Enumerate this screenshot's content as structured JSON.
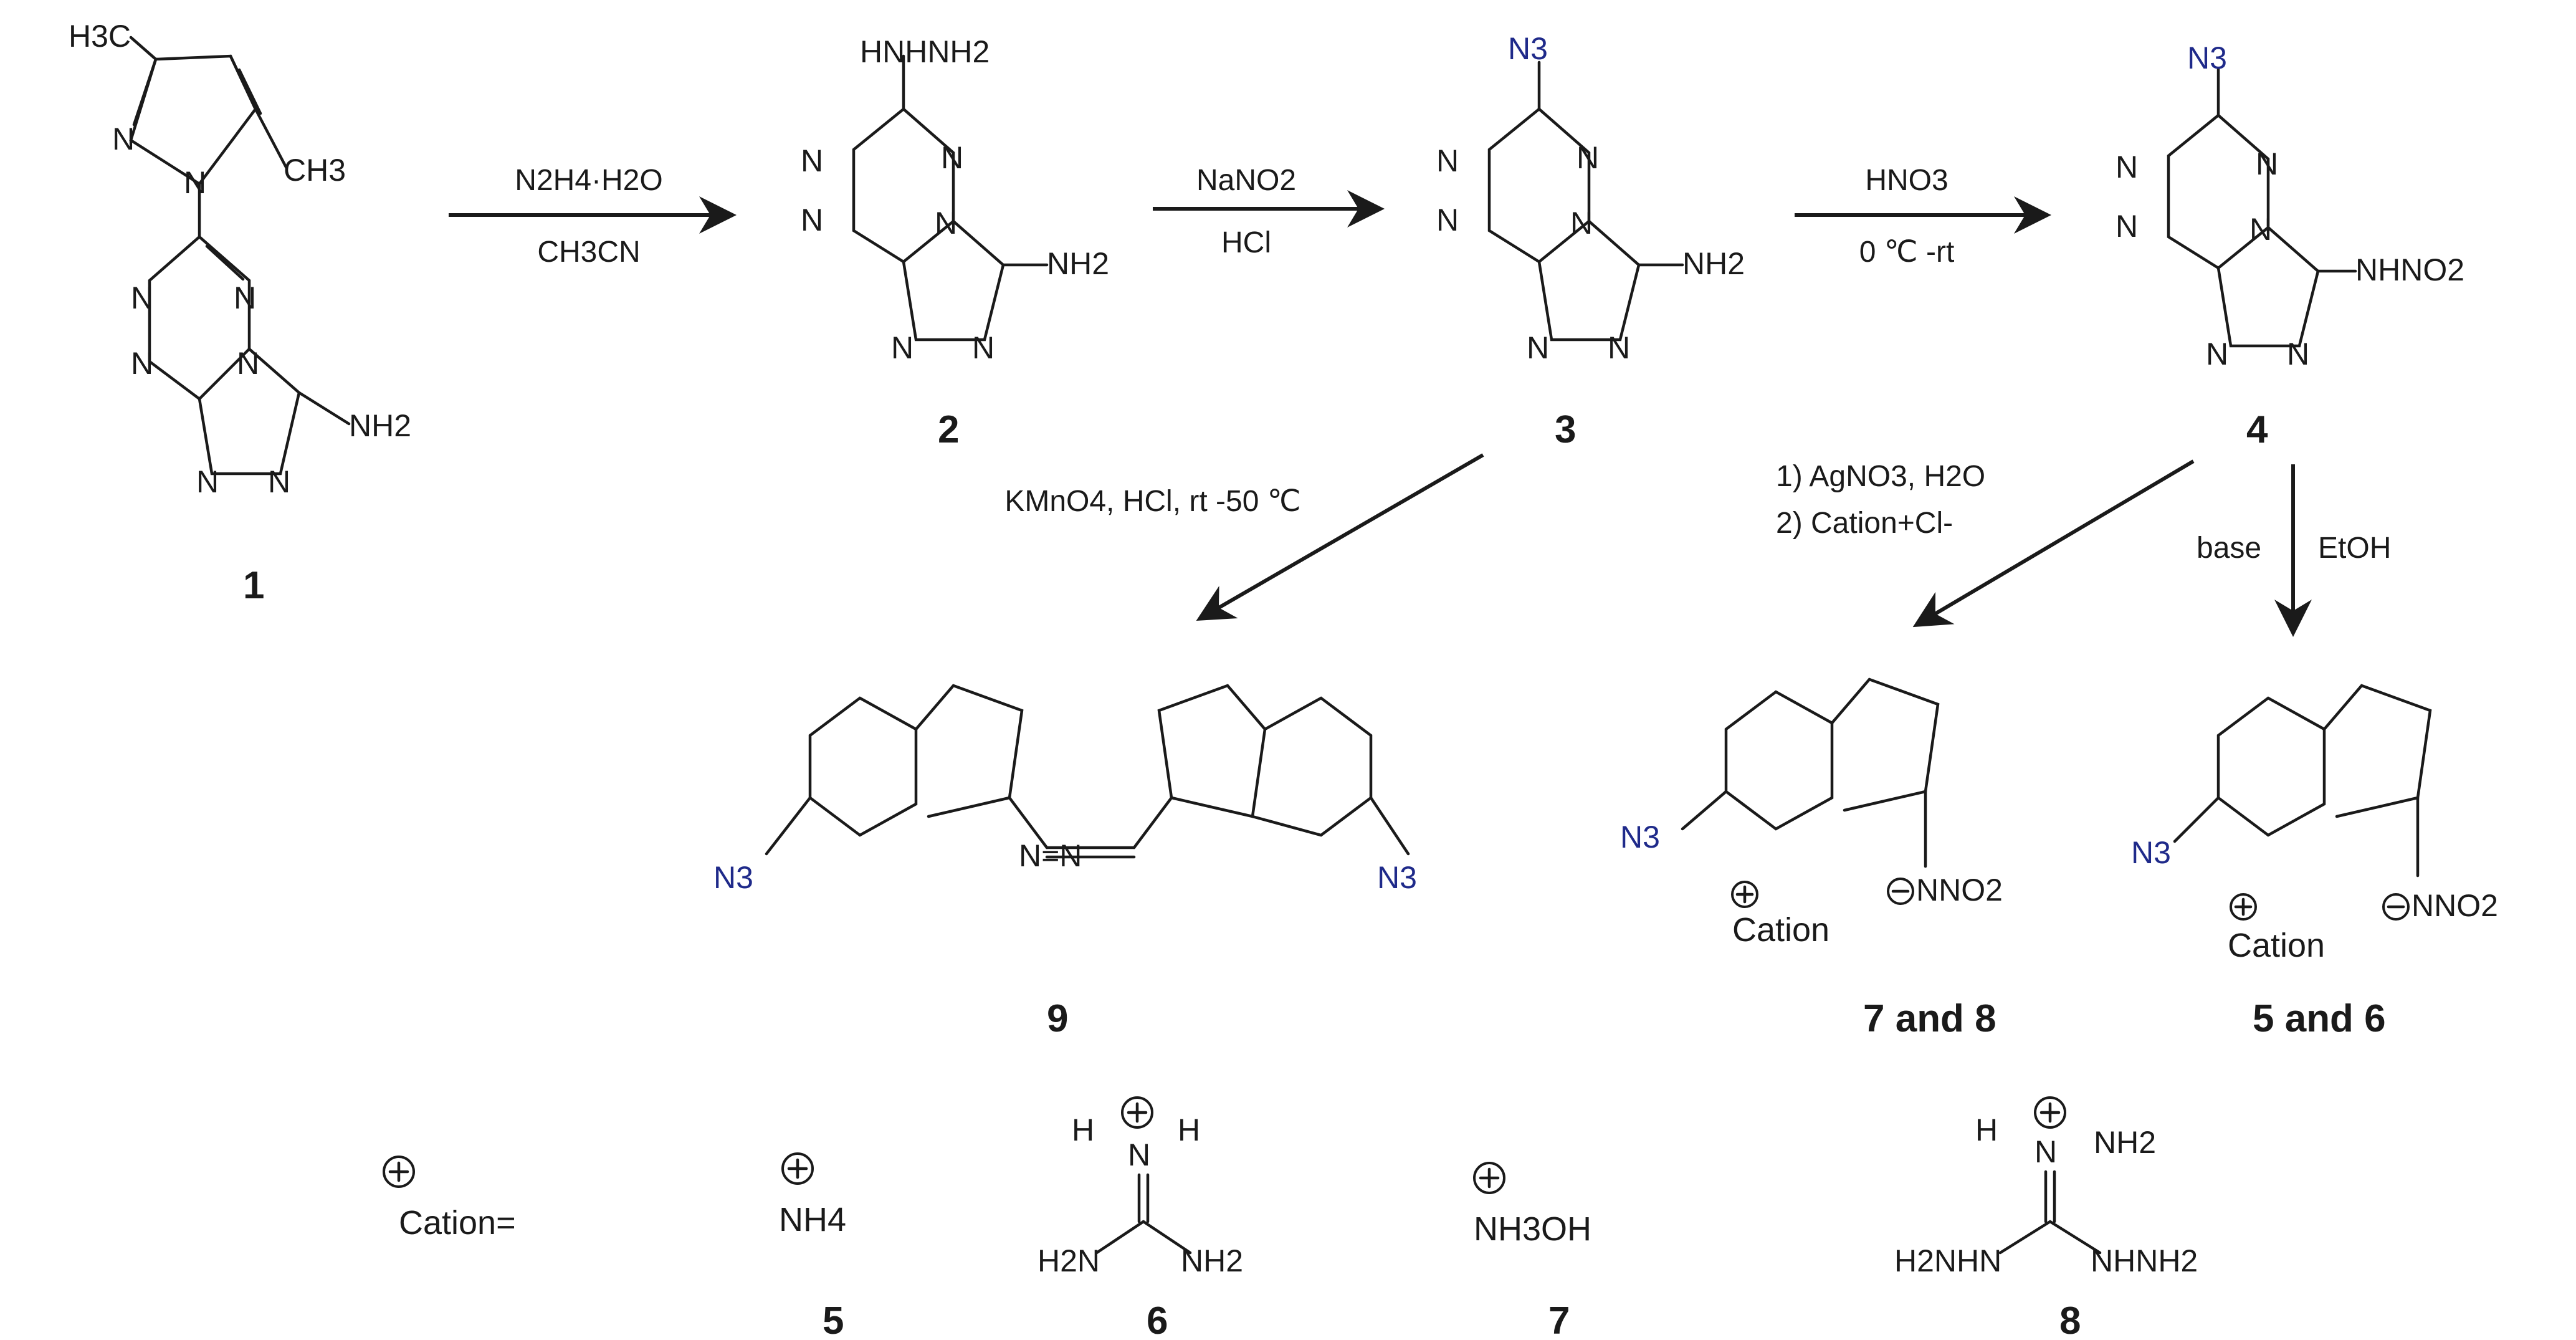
{
  "compounds": {
    "c1": {
      "number": "1"
    },
    "c2": {
      "number": "2"
    },
    "c3": {
      "number": "3"
    },
    "c4": {
      "number": "4"
    },
    "c9": {
      "number": "9"
    },
    "c78": {
      "number": "7 and 8"
    },
    "c56": {
      "number": "5 and 6"
    },
    "c5": {
      "number": "5",
      "formula": "NH4"
    },
    "c6": {
      "number": "6"
    },
    "c7": {
      "number": "7",
      "formula": "NH3OH"
    },
    "c8": {
      "number": "8"
    }
  },
  "reactions": {
    "r1": {
      "reagent_top": "N2H4·H2O",
      "reagent_bottom": "CH3CN"
    },
    "r2": {
      "reagent_top": "NaNO2",
      "reagent_bottom": "HCl"
    },
    "r3": {
      "reagent_top": "HNO3",
      "reagent_bottom": "0 ℃ -rt"
    },
    "r4": {
      "reagent": "KMnO4, HCl, rt -50 ℃"
    },
    "r5": {
      "reagent_line1": "1) AgNO3, H2O",
      "reagent_line2": "2) Cation+Cl-"
    },
    "r6": {
      "reagent_left": "base",
      "reagent_right": "EtOH"
    }
  },
  "labels": {
    "cation": "Cation",
    "cation_def": "Cation="
  },
  "colors": {
    "azide": "#1f2a8a",
    "ink": "#1a1a1a"
  }
}
